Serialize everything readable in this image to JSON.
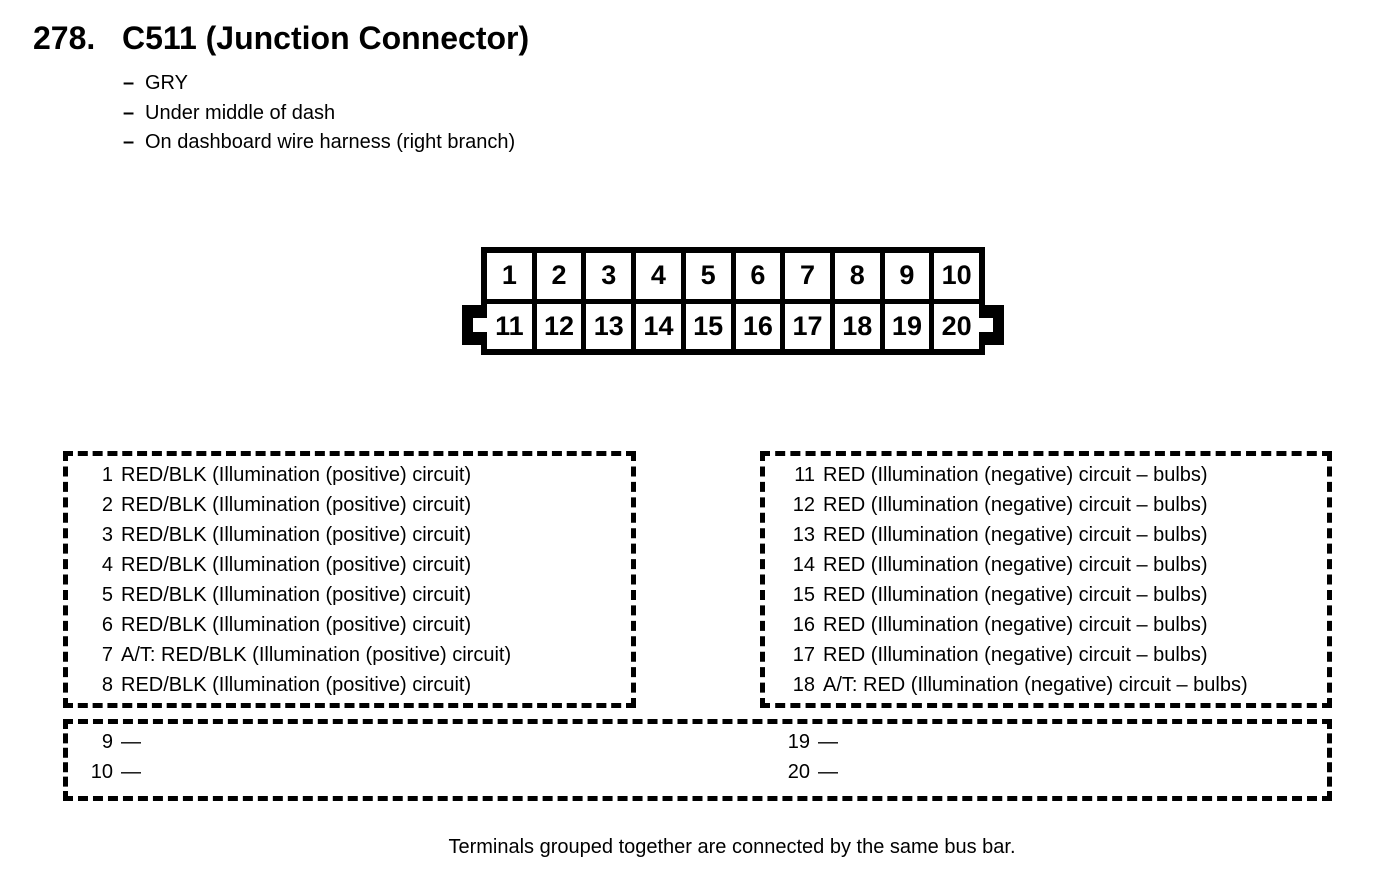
{
  "doc": {
    "title_number": "278.",
    "title": "C511 (Junction Connector)",
    "attributes": [
      {
        "dash": "–",
        "text": "GRY"
      },
      {
        "dash": "–",
        "text": "Under middle of dash"
      },
      {
        "dash": "–",
        "text": "On dashboard wire harness (right branch)"
      }
    ],
    "footer_note": "Terminals grouped together are connected by the same bus bar."
  },
  "connector": {
    "top_row": [
      "1",
      "2",
      "3",
      "4",
      "5",
      "6",
      "7",
      "8",
      "9",
      "10"
    ],
    "bottom_row": [
      "11",
      "12",
      "13",
      "14",
      "15",
      "16",
      "17",
      "18",
      "19",
      "20"
    ]
  },
  "pin_tables": {
    "positive_box": {
      "rows": [
        {
          "num": "1",
          "label": "RED/BLK (Illumination (positive) circuit)"
        },
        {
          "num": "2",
          "label": "RED/BLK (Illumination (positive) circuit)"
        },
        {
          "num": "3",
          "label": "RED/BLK (Illumination (positive) circuit)"
        },
        {
          "num": "4",
          "label": "RED/BLK (Illumination (positive) circuit)"
        },
        {
          "num": "5",
          "label": "RED/BLK (Illumination (positive) circuit)"
        },
        {
          "num": "6",
          "label": "RED/BLK (Illumination (positive) circuit)"
        },
        {
          "num": "7",
          "label": "A/T: RED/BLK (Illumination (positive) circuit)"
        },
        {
          "num": "8",
          "label": "RED/BLK (Illumination (positive) circuit)"
        }
      ]
    },
    "negative_box": {
      "rows": [
        {
          "num": "11",
          "label": "RED (Illumination (negative) circuit – bulbs)"
        },
        {
          "num": "12",
          "label": "RED (Illumination (negative) circuit – bulbs)"
        },
        {
          "num": "13",
          "label": "RED (Illumination (negative) circuit – bulbs)"
        },
        {
          "num": "14",
          "label": "RED (Illumination (negative) circuit – bulbs)"
        },
        {
          "num": "15",
          "label": "RED (Illumination (negative) circuit – bulbs)"
        },
        {
          "num": "16",
          "label": "RED (Illumination (negative) circuit – bulbs)"
        },
        {
          "num": "17",
          "label": "RED (Illumination (negative) circuit – bulbs)"
        },
        {
          "num": "18",
          "label": "A/T: RED (Illumination (negative) circuit – bulbs)"
        }
      ]
    },
    "unused_box": {
      "left_rows": [
        {
          "num": "9",
          "label": "—"
        },
        {
          "num": "10",
          "label": "—"
        }
      ],
      "right_rows": [
        {
          "num": "19",
          "label": "—"
        },
        {
          "num": "20",
          "label": "—"
        }
      ]
    }
  },
  "colors": {
    "ink": "#000000",
    "paper": "#ffffff"
  }
}
